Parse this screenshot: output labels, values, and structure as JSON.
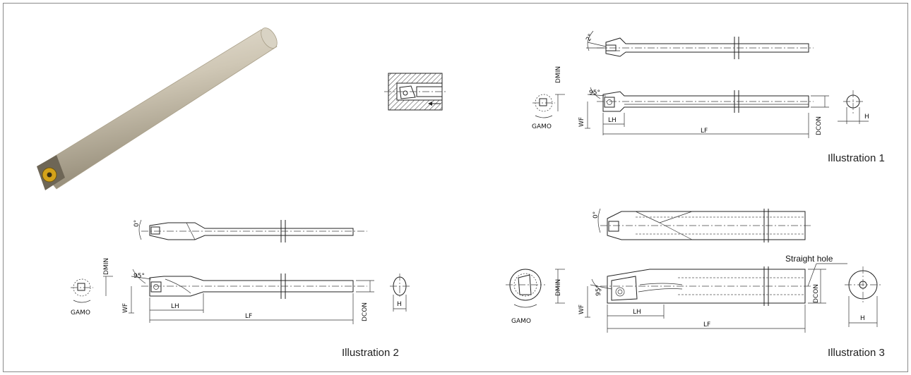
{
  "captions": {
    "illustration_1": "Illustration 1",
    "illustration_2": "Illustration 2",
    "illustration_3": "Illustration 3"
  },
  "labels": {
    "angle_2deg": "2°",
    "angle_0deg": "0°",
    "angle_95deg": "95°",
    "dmin": "DMIN",
    "wf": "WF",
    "lh": "LH",
    "lf": "LF",
    "dcon": "DCON",
    "h": "H",
    "gamo": "GAMO",
    "straight_hole": "Straight hole"
  },
  "colors": {
    "line": "#222222",
    "frame": "#8a8a8a",
    "bar_light": "#e6e0d2",
    "bar_mid": "#bfb6a2",
    "bar_dark": "#8d8470",
    "insert_gold": "#d4a21a"
  }
}
